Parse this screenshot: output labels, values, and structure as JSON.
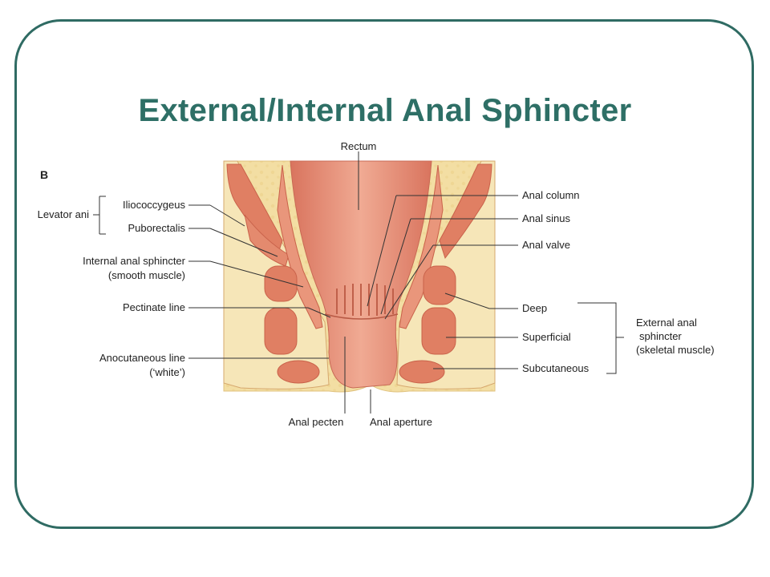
{
  "title": "External/Internal Anal Sphincter",
  "panel_letter": "B",
  "labels": {
    "rectum": "Rectum",
    "levator_ani": "Levator ani",
    "iliococcygeus": "Iliococcygeus",
    "puborectalis": "Puborectalis",
    "internal_anal_sphincter_1": "Internal anal sphincter",
    "internal_anal_sphincter_2": "(smooth muscle)",
    "pectinate_line": "Pectinate line",
    "anocutaneous_line_1": "Anocutaneous line",
    "anocutaneous_line_2": "(‘white’)",
    "anal_pecten": "Anal pecten",
    "anal_aperture": "Anal aperture",
    "anal_column": "Anal column",
    "anal_sinus": "Anal sinus",
    "anal_valve": "Anal valve",
    "deep": "Deep",
    "superficial": "Superficial",
    "subcutaneous": "Subcutaneous",
    "external_anal_sphincter_1": "External anal",
    "external_anal_sphincter_2": "sphincter",
    "external_anal_sphincter_3": "(skeletal muscle)"
  },
  "colors": {
    "frame": "#2f6b63",
    "title": "#2e6f66",
    "fat": "#f3dea3",
    "muscle": "#e58a6e",
    "mucosa": "#e49a82"
  }
}
